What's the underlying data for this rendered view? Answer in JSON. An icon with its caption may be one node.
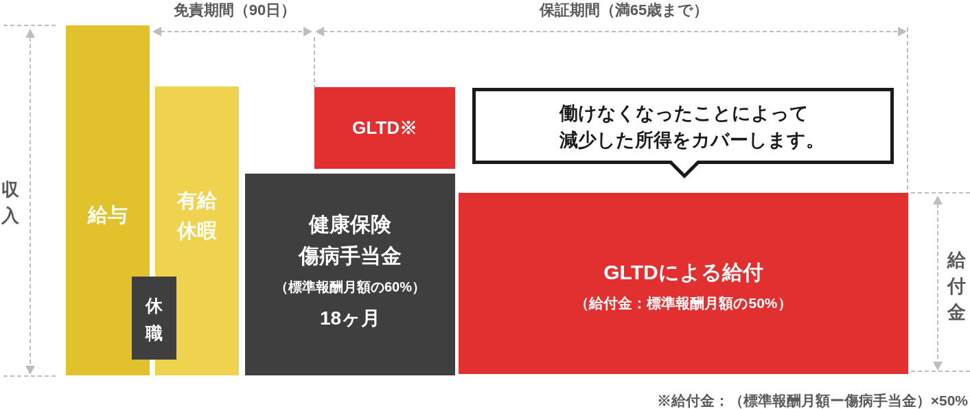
{
  "diagram": {
    "nodes": [
      {
        "text": [
          "給与"
        ]
      },
      {
        "text": [
          "有給休暇"
        ]
      },
      {
        "text": [
          "休職"
        ]
      },
      {
        "text": [
          "GLTD※"
        ]
      },
      {
        "text": [
          "健康保険傷病手当金",
          "（標準報酬月額の60%）",
          "18ヶ月"
        ]
      },
      {
        "text": [
          "働けなくなったことによって減少した所得をカバーします。"
        ]
      },
      {
        "text": [
          "GLTDによる給付",
          "（給付金：標準報酬月額の50%）"
        ]
      }
    ],
    "labels": [
      "免責期間（90日）",
      "保証期間（満65歳まで）",
      "収入",
      "給付金",
      "※給付金：（標準報酬月額ー傷病手当金）×50%"
    ]
  }
}
